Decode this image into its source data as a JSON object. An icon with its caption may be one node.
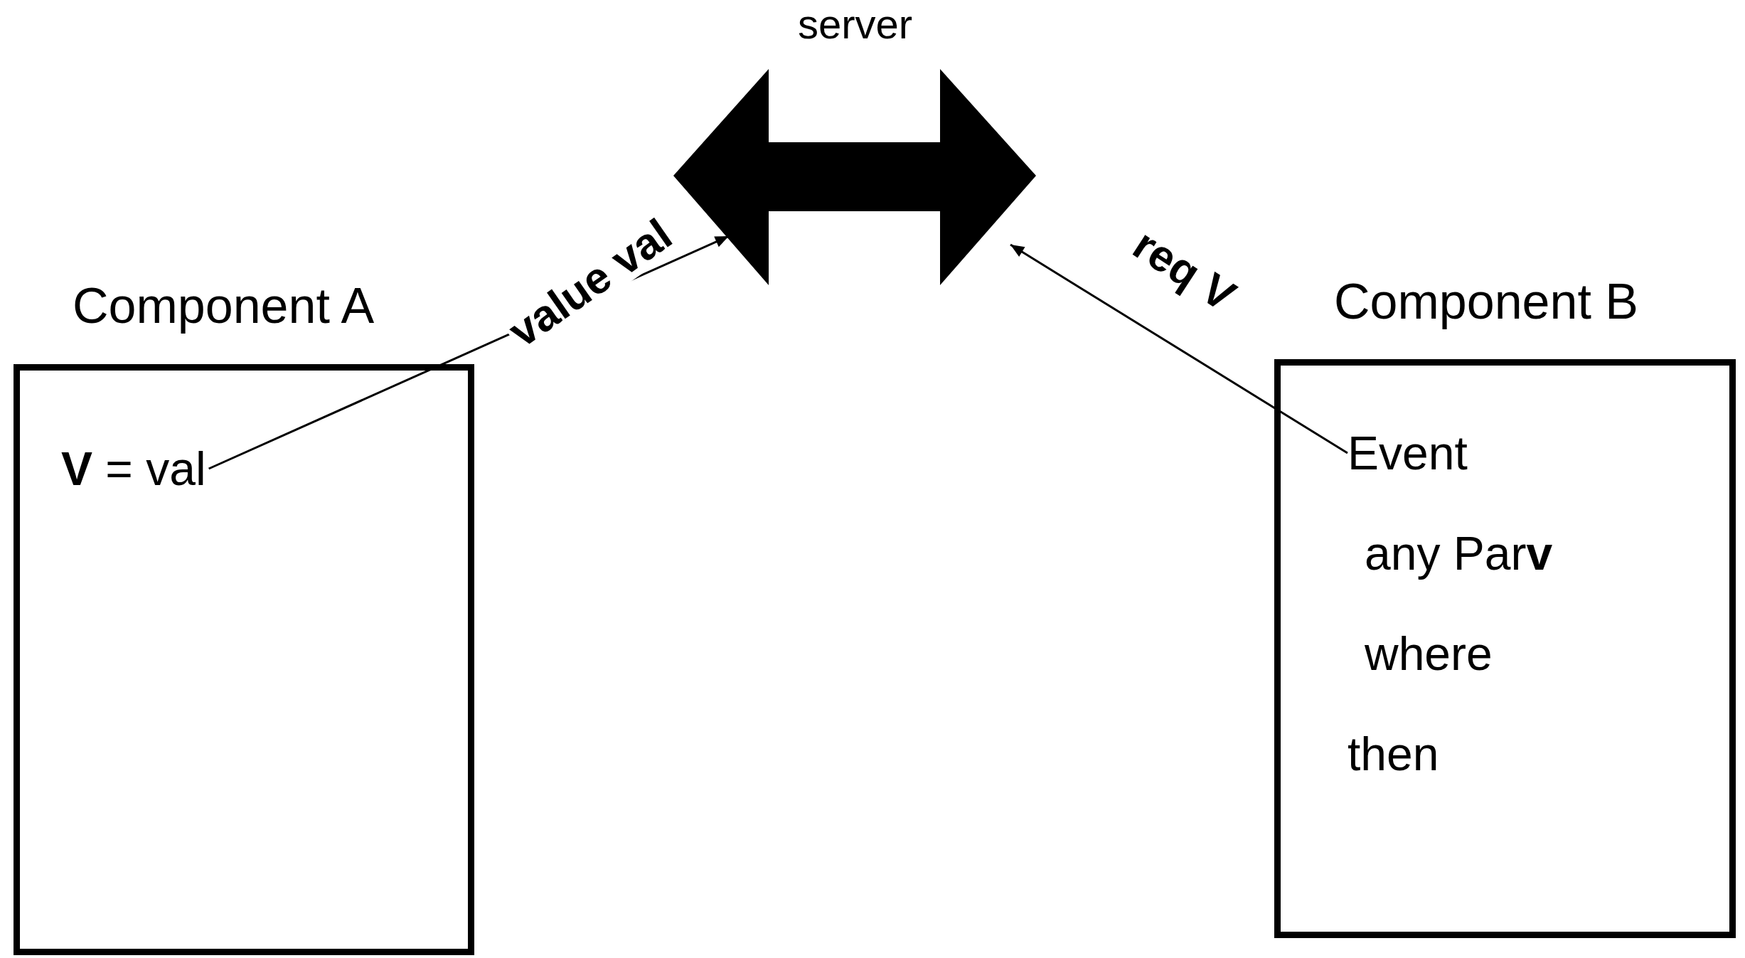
{
  "diagram": {
    "nodes": [
      {
        "text": [
          "server"
        ]
      },
      {
        "text": [
          "Component A"
        ]
      },
      {
        "text": [
          "**V** = val"
        ],
        "in": 1
      },
      {
        "text": [
          "Component B"
        ]
      },
      {
        "text": [
          "Event",
          "any Par**v**",
          "where",
          "then"
        ],
        "in": 3
      }
    ],
    "edges": [
      {
        "from": 2,
        "to": 0,
        "arrow": "to",
        "label": "value val"
      },
      {
        "from": 4,
        "to": 0,
        "arrow": "to",
        "label": "req V"
      }
    ]
  }
}
